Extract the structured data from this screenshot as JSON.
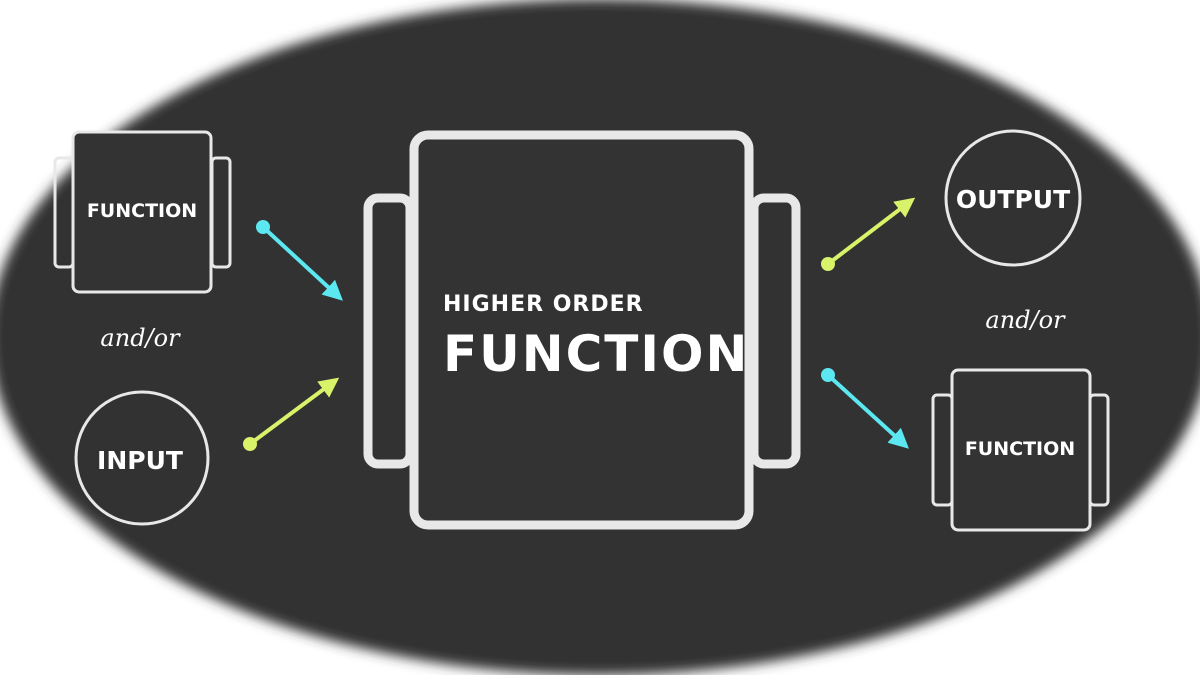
{
  "colors": {
    "background": "#ffffff",
    "ellipse": "#333333",
    "outline": "#e8e8e8",
    "cyan": "#5ce8f0",
    "lime": "#d8f36a"
  },
  "left": {
    "function_label": "FUNCTION",
    "connector": "and/or",
    "input_label": "INPUT"
  },
  "center": {
    "subtitle": "HIGHER ORDER",
    "title": "FUNCTION"
  },
  "right": {
    "output_label": "OUTPUT",
    "connector": "and/or",
    "function_label": "FUNCTION"
  }
}
